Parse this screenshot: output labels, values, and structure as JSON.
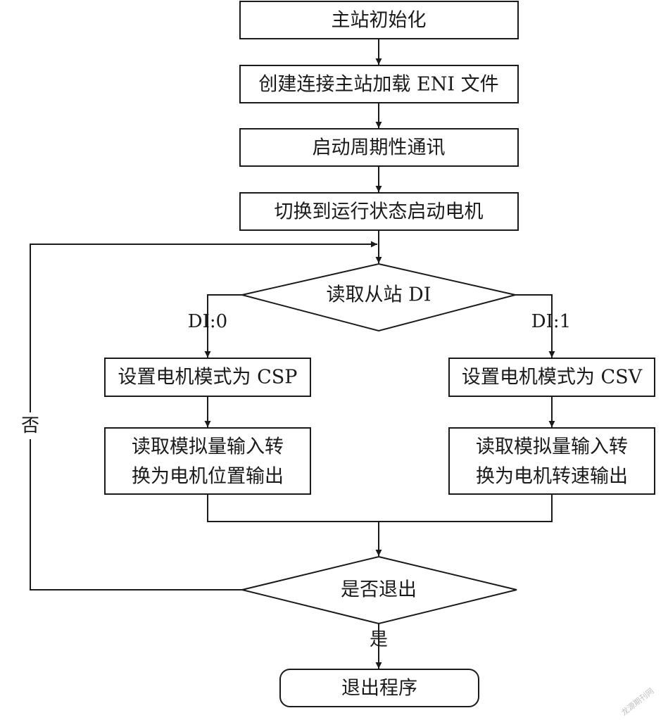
{
  "nodes": {
    "init": "主站初始化",
    "create_load": "创建连接主站加载 ENI 文件",
    "start_cycle": "启动周期性通讯",
    "switch_run": "切换到运行状态启动电机",
    "read_di": "读取从站 DI",
    "set_csp": "设置电机模式为 CSP",
    "set_csv": "设置电机模式为 CSV",
    "read_pos_line1": "读取模拟量输入转",
    "read_pos_line2": "换为电机位置输出",
    "read_spd_line1": "读取模拟量输入转",
    "read_spd_line2": "换为电机转速输出",
    "exit_q": "是否退出",
    "exit": "退出程序"
  },
  "edge_labels": {
    "di0": "DI:0",
    "di1": "DI:1",
    "no": "否",
    "yes": "是"
  },
  "watermark": "龙源期刊网"
}
